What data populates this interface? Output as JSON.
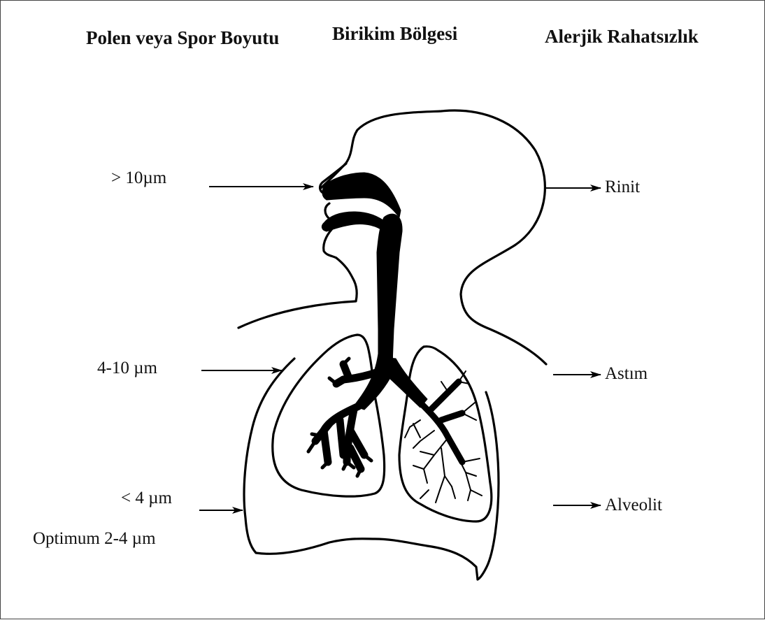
{
  "headers": {
    "size": "Polen veya Spor Boyutu",
    "region": "Birikim Bölgesi",
    "disorder": "Alerjik Rahatsızlık"
  },
  "left_labels": {
    "nose": "> 10µm",
    "bronchi": "4-10 µm",
    "alveoli": "< 4 µm",
    "optimum": "Optimum 2-4 µm"
  },
  "right_labels": {
    "nose": "Rinit",
    "bronchi": "Astım",
    "alveoli": "Alveolit"
  }
}
